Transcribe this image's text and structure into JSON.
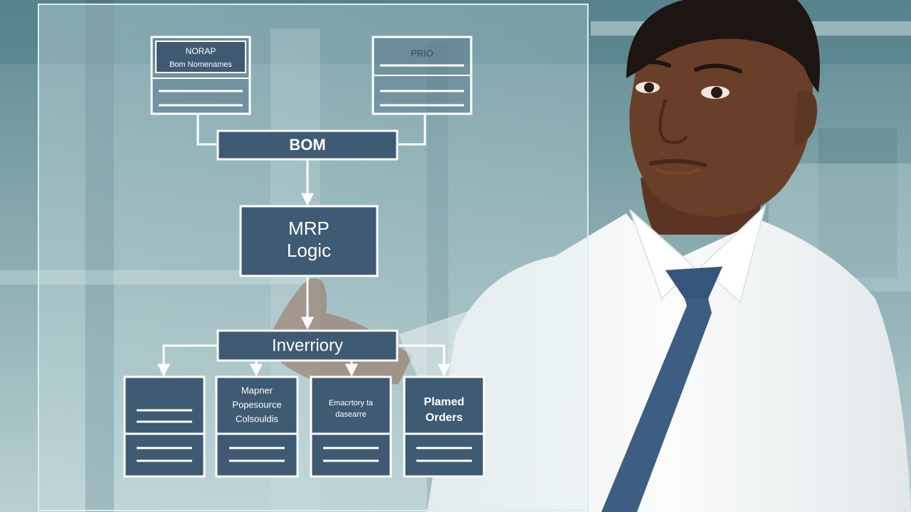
{
  "colors": {
    "box_fill": "#3f5a73",
    "box_stroke": "#ffffff",
    "connector": "#ffffff",
    "panel_border": "#d8eef0",
    "background_top": "#5f8a93",
    "background_bottom": "#b8d0d2",
    "tie": "#3d5d82",
    "skin": "#6a3f2a",
    "shirt": "#f4f6f7"
  },
  "nodes": {
    "top_left": {
      "line1": "NORAP",
      "line2": "Bom Nomenames"
    },
    "top_right": {
      "label": "PRIO"
    },
    "bom": {
      "label": "BOM"
    },
    "mrp": {
      "line1": "MRP",
      "line2": "Logic"
    },
    "inventory": {
      "label": "Inverriory"
    },
    "out1": {
      "label": ""
    },
    "out2": {
      "line1": "Mapner",
      "line2": "Popesource",
      "line3": "Colsouldis"
    },
    "out3": {
      "line1": "Emacrtory ta",
      "line2": "dasearre"
    },
    "out4": {
      "line1": "Plamed",
      "line2": "Orders"
    }
  }
}
